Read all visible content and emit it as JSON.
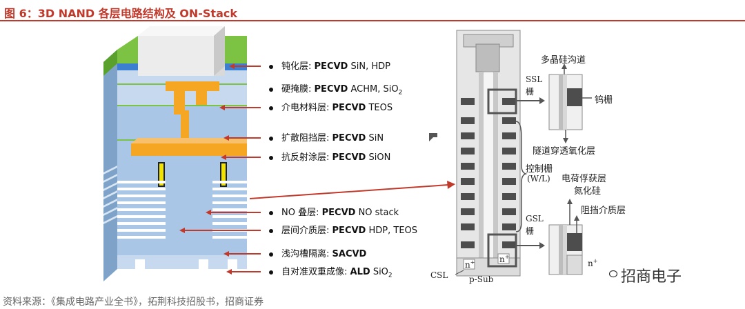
{
  "header": {
    "title": "图 6：3D NAND 各层电路结构及 ON-Stack"
  },
  "labels": [
    {
      "cn": "钝化层:",
      "process": "PECVD",
      "material": "SiN, HDP",
      "sub": ""
    },
    {
      "cn": "硬掩膜:",
      "process": "PECVD",
      "material": " ACHM, SiO",
      "sub": "2"
    },
    {
      "cn": "介电材料层:",
      "process": "PECVD",
      "material": "TEOS",
      "sub": ""
    },
    {
      "cn": "扩散阻挡层:",
      "process": "PECVD",
      "material": "SiN",
      "sub": ""
    },
    {
      "cn": "抗反射涂层:",
      "process": "PECVD",
      "material": "SiON",
      "sub": ""
    },
    {
      "cn": "NO 叠层:",
      "process": "PECVD",
      "material": " NO stack",
      "sub": ""
    },
    {
      "cn": "层间介质层:",
      "process": "PECVD",
      "material": "HDP, TEOS",
      "sub": ""
    },
    {
      "cn": "浅沟槽隔离:",
      "process": "SACVD",
      "material": "",
      "sub": ""
    },
    {
      "cn": "自对准双重成像:",
      "process": "ALD",
      "material": "SiO",
      "sub": "2"
    }
  ],
  "right_diagram": {
    "top_label": "多晶硅沟道",
    "ssl": "SSL",
    "ssl_gate": "栅",
    "tungsten_gate": "钨栅",
    "tunnel_oxide": "隧道穿透氧化层",
    "control_gate": "控制栅",
    "wl": "(W/L)",
    "charge_trap": "电荷俘获层",
    "nitride": "氮化硅",
    "block_dielectric": "阻挡介质层",
    "gsl": "GSL",
    "gsl_gate": "栅",
    "n_plus": "n",
    "n_plus_sup": "+",
    "csl": "CSL",
    "psub": "p-Sub"
  },
  "watermark": "招商电子",
  "footer": "资料来源：《集成电路产业全书》，拓荆科技招股书，招商证券"
}
